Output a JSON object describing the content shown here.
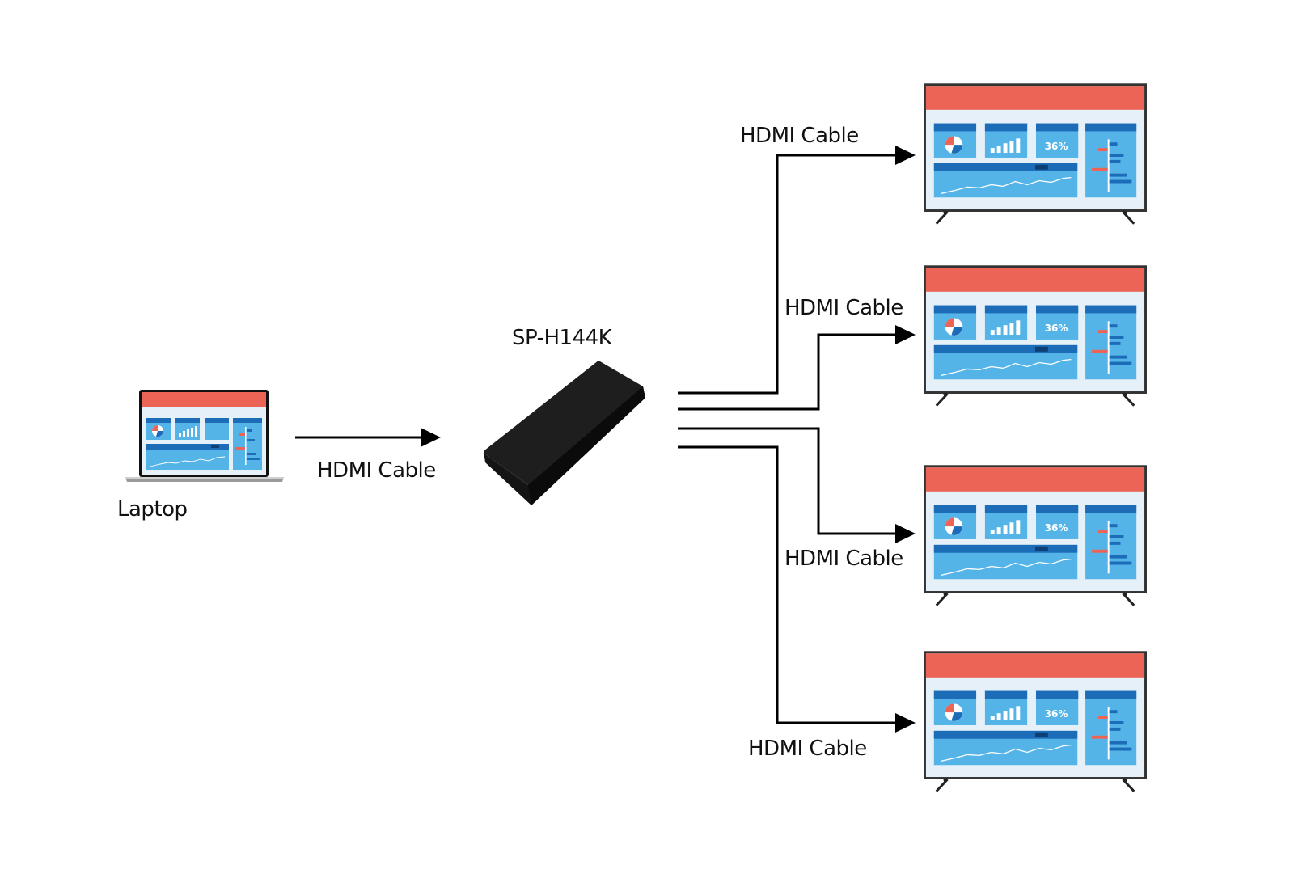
{
  "source": {
    "label": "Laptop"
  },
  "splitter": {
    "label": "SP-H144K"
  },
  "input_cable": {
    "label": "HDMI Cable"
  },
  "outputs": [
    {
      "cable_label": "HDMI Cable",
      "screen_percent": "36%"
    },
    {
      "cable_label": "HDMI Cable",
      "screen_percent": "36%"
    },
    {
      "cable_label": "HDMI Cable",
      "screen_percent": "36%"
    },
    {
      "cable_label": "HDMI Cable",
      "screen_percent": "36%"
    }
  ],
  "colors": {
    "screen_header": "#ec6456",
    "panel_light": "#54b4e8",
    "panel_dark": "#1c6cb8",
    "screen_bg": "#e6f0f8",
    "frame": "#333333",
    "device": "#141414",
    "line": "#000000"
  }
}
